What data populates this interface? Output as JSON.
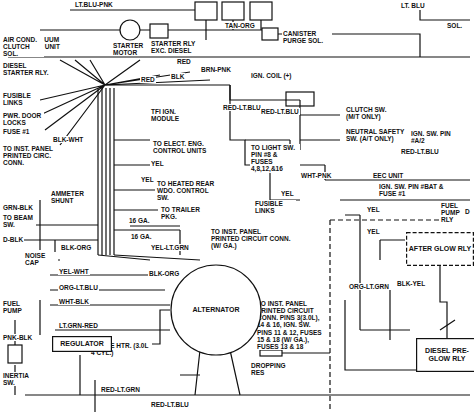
{
  "diagram": {
    "nodes": [
      {
        "text": [
          "ALTERNATOR"
        ]
      },
      {
        "text": [
          "REGULATOR"
        ]
      },
      {
        "text": [
          "AFTER GLOW RLY"
        ]
      },
      {
        "text": [
          "DIESEL PRE-GLOW RLY"
        ]
      }
    ],
    "edges": [
      {
        "from": 1,
        "to": 0,
        "arrow": "none"
      },
      {
        "from": 2,
        "to": 3,
        "arrow": "none"
      }
    ],
    "labels": [
      "LT.BLU-PNK",
      "VACUUM SW. UNIT",
      "STARTER MOTOR",
      "STARTER RLY EXC. DIESEL",
      "TAN-ORG",
      "CANISTER PURGE SOL.",
      "LT. BLU",
      "SOL.",
      "BRN-PNK",
      "IGN. COIL (+)",
      "RED",
      "RED",
      "BLK",
      "AIR COND. CLUTCH SOL.",
      "DIESEL STARTER RLY.",
      "FUSIBLE LINKS",
      "PWR. DOOR LOCKS",
      "FUSE #1",
      "BLK-WHT",
      "TFI IGN. MODULE",
      "RED-LT.BLU",
      "RED-LT.BLU",
      "CLUTCH SW. (M/T ONLY)",
      "NEUTRAL SAFETY SW. (A/T ONLY)",
      "WHT-PNK",
      "EEC UNIT",
      "IGN. SW. PIN #A/2",
      "TO INST. PANEL PRINTED CIRC. CONN.",
      "TO ELECT. ENG. CONTROL UNITS",
      "YEL",
      "TO LIGHT SW. PIN #8 & FUSES 4,8,12,&16",
      "TO HEATED REAR WDO. CONTROL SW.",
      "YEL",
      "TO TRAILER PKG.",
      "GRN-BLK",
      "TO BEAM SW.",
      "D-BLK",
      "AMMETER SHUNT",
      "16 GA.",
      "16 GA.",
      "BLK-ORG",
      "YEL-LT.GRN",
      "TO INST. PANEL PRINTED CIRCUIT CONN. (W/ GA.)",
      "FUSIBLE LINKS",
      "NOISE CAP",
      "YEL-WHT",
      "BLK-ORG",
      "ORG-LT.BLU",
      "WHT-BLK",
      "LT.GRN-RED",
      "FUEL PUMP",
      "PNK-BLK",
      "INERTIA SW.",
      "CHOKE HTR. (3.0L 4 CYL.)",
      "RED-LT.GRN",
      "TO INST. PANEL PRINTED CIRCUIT CONN. PINS 3(3.0L), 14 & 16, IGN. SW. PINS 11 & 12, FUSES 15 & 18 (W/ GA.), FUSES 13 & 18",
      "RED-LT.BLU",
      "DROPPING RES",
      "FUEL PUMP RLY",
      "IGN. SW. PIN #BAT & FUSE #1",
      "YEL",
      "YEL",
      "D",
      "ORG-LT.GRN",
      "BLK-YEL",
      "RED-LT.BLU",
      "YEL"
    ]
  }
}
